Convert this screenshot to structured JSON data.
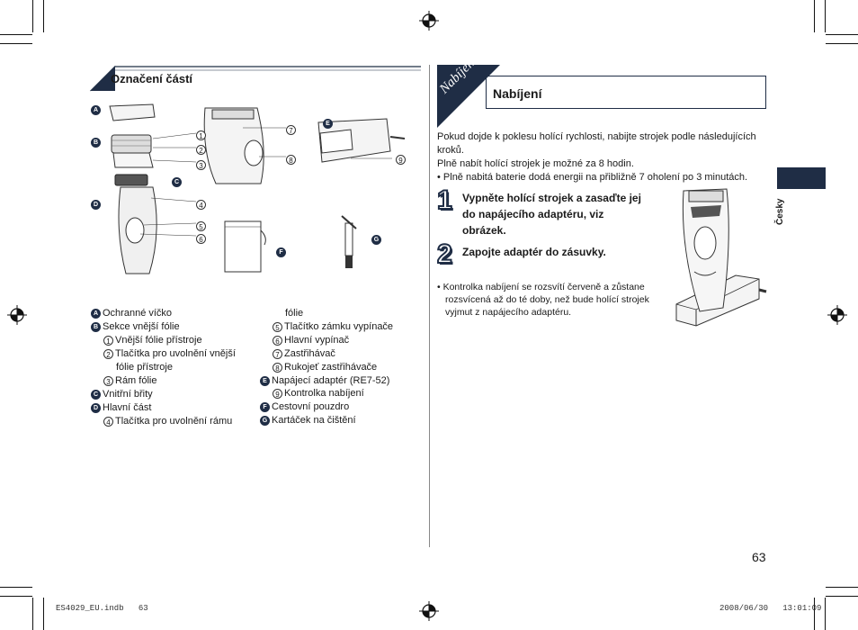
{
  "left": {
    "title": "Označení částí",
    "diagram_labels": {
      "A": "A",
      "B": "B",
      "C": "C",
      "D": "D",
      "E": "E",
      "F": "F",
      "G": "G",
      "n1": "1",
      "n2": "2",
      "n3": "3",
      "n4": "4",
      "n5": "5",
      "n6": "6",
      "n7": "7",
      "n8": "8",
      "n9": "9"
    },
    "parts_col1": [
      {
        "badge": "A",
        "text": "Ochranné víčko"
      },
      {
        "badge": "B",
        "text": "Sekce vnější fólie"
      },
      {
        "num": "1",
        "text": "Vnější fólie přístroje"
      },
      {
        "num": "2",
        "text": "Tlačítka pro uvolnění vnější"
      },
      {
        "text": "fólie přístroje"
      },
      {
        "num": "3",
        "text": "Rám fólie"
      },
      {
        "badge": "C",
        "text": "Vnitřní břity"
      },
      {
        "badge": "D",
        "text": "Hlavní část"
      },
      {
        "num": "4",
        "text": "Tlačítka pro uvolnění rámu"
      }
    ],
    "parts_col2": [
      {
        "text": "fólie"
      },
      {
        "num": "5",
        "text": "Tlačítko zámku vypínače"
      },
      {
        "num": "6",
        "text": "Hlavní vypínač"
      },
      {
        "num": "7",
        "text": "Zastřihávač"
      },
      {
        "num": "8",
        "text": "Rukojeť zastřihávače"
      },
      {
        "badge": "E",
        "text": "Napájecí adaptér (RE7-52)"
      },
      {
        "num": "9",
        "text": "Kontrolka nabíjení"
      },
      {
        "badge": "F",
        "text": "Cestovní pouzdro"
      },
      {
        "badge": "G",
        "text": "Kartáček na čištění"
      }
    ]
  },
  "right": {
    "corner_label": "Nabíjení",
    "title": "Nabíjení",
    "intro_1": "Pokud dojde k poklesu holící rychlosti, nabijte strojek podle následujících",
    "intro_2": "kroků.",
    "intro_3": "Plně nabít holící strojek je možné za 8 hodin.",
    "bullet_1": "• Plně nabitá baterie dodá energii na přibližně 7 oholení po 3 minutách.",
    "step1_num": "1",
    "step1_l1": "Vypněte holící strojek a zasaďte jej",
    "step1_l2": "do napájecího adaptéru, viz",
    "step1_l3": "obrázek.",
    "step2_num": "2",
    "step2_l1": "Zapojte adaptér do zásuvky.",
    "note_l1": "• Kontrolka nabíjení se rozsvítí červeně a zůstane",
    "note_l2": "rozsvícená až do té doby, než bude holící strojek",
    "note_l3": "vyjmut z napájecího adaptéru.",
    "side_label": "Česky",
    "page_number": "63"
  },
  "footer": {
    "file": "ES4029_EU.indb   63",
    "datetime": "2008/06/30   13:01:09"
  },
  "colors": {
    "accent": "#1f2d45"
  }
}
